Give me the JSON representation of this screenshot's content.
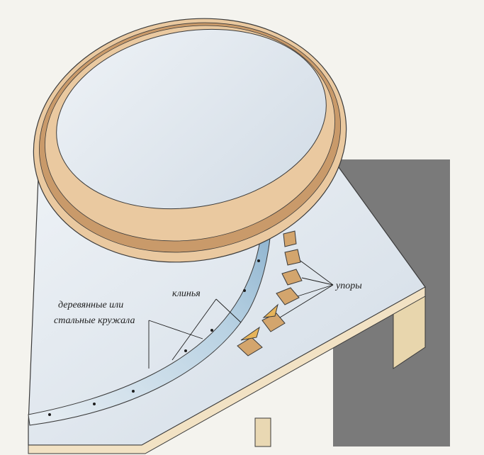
{
  "labels": {
    "forms_line1": "деревянные или",
    "forms_line2": "стальные кружала",
    "wedges": "клинья",
    "stops": "упоры"
  },
  "colors": {
    "background": "#f4f3ee",
    "wall": "#7a7a7a",
    "table_top": "#dde5ec",
    "table_edge": "#f2e2c4",
    "wood": "#eac9a0",
    "wood_dark": "#c99a6a",
    "form_strip": "#a9c6dc",
    "stop_block": "#d3a56d"
  }
}
